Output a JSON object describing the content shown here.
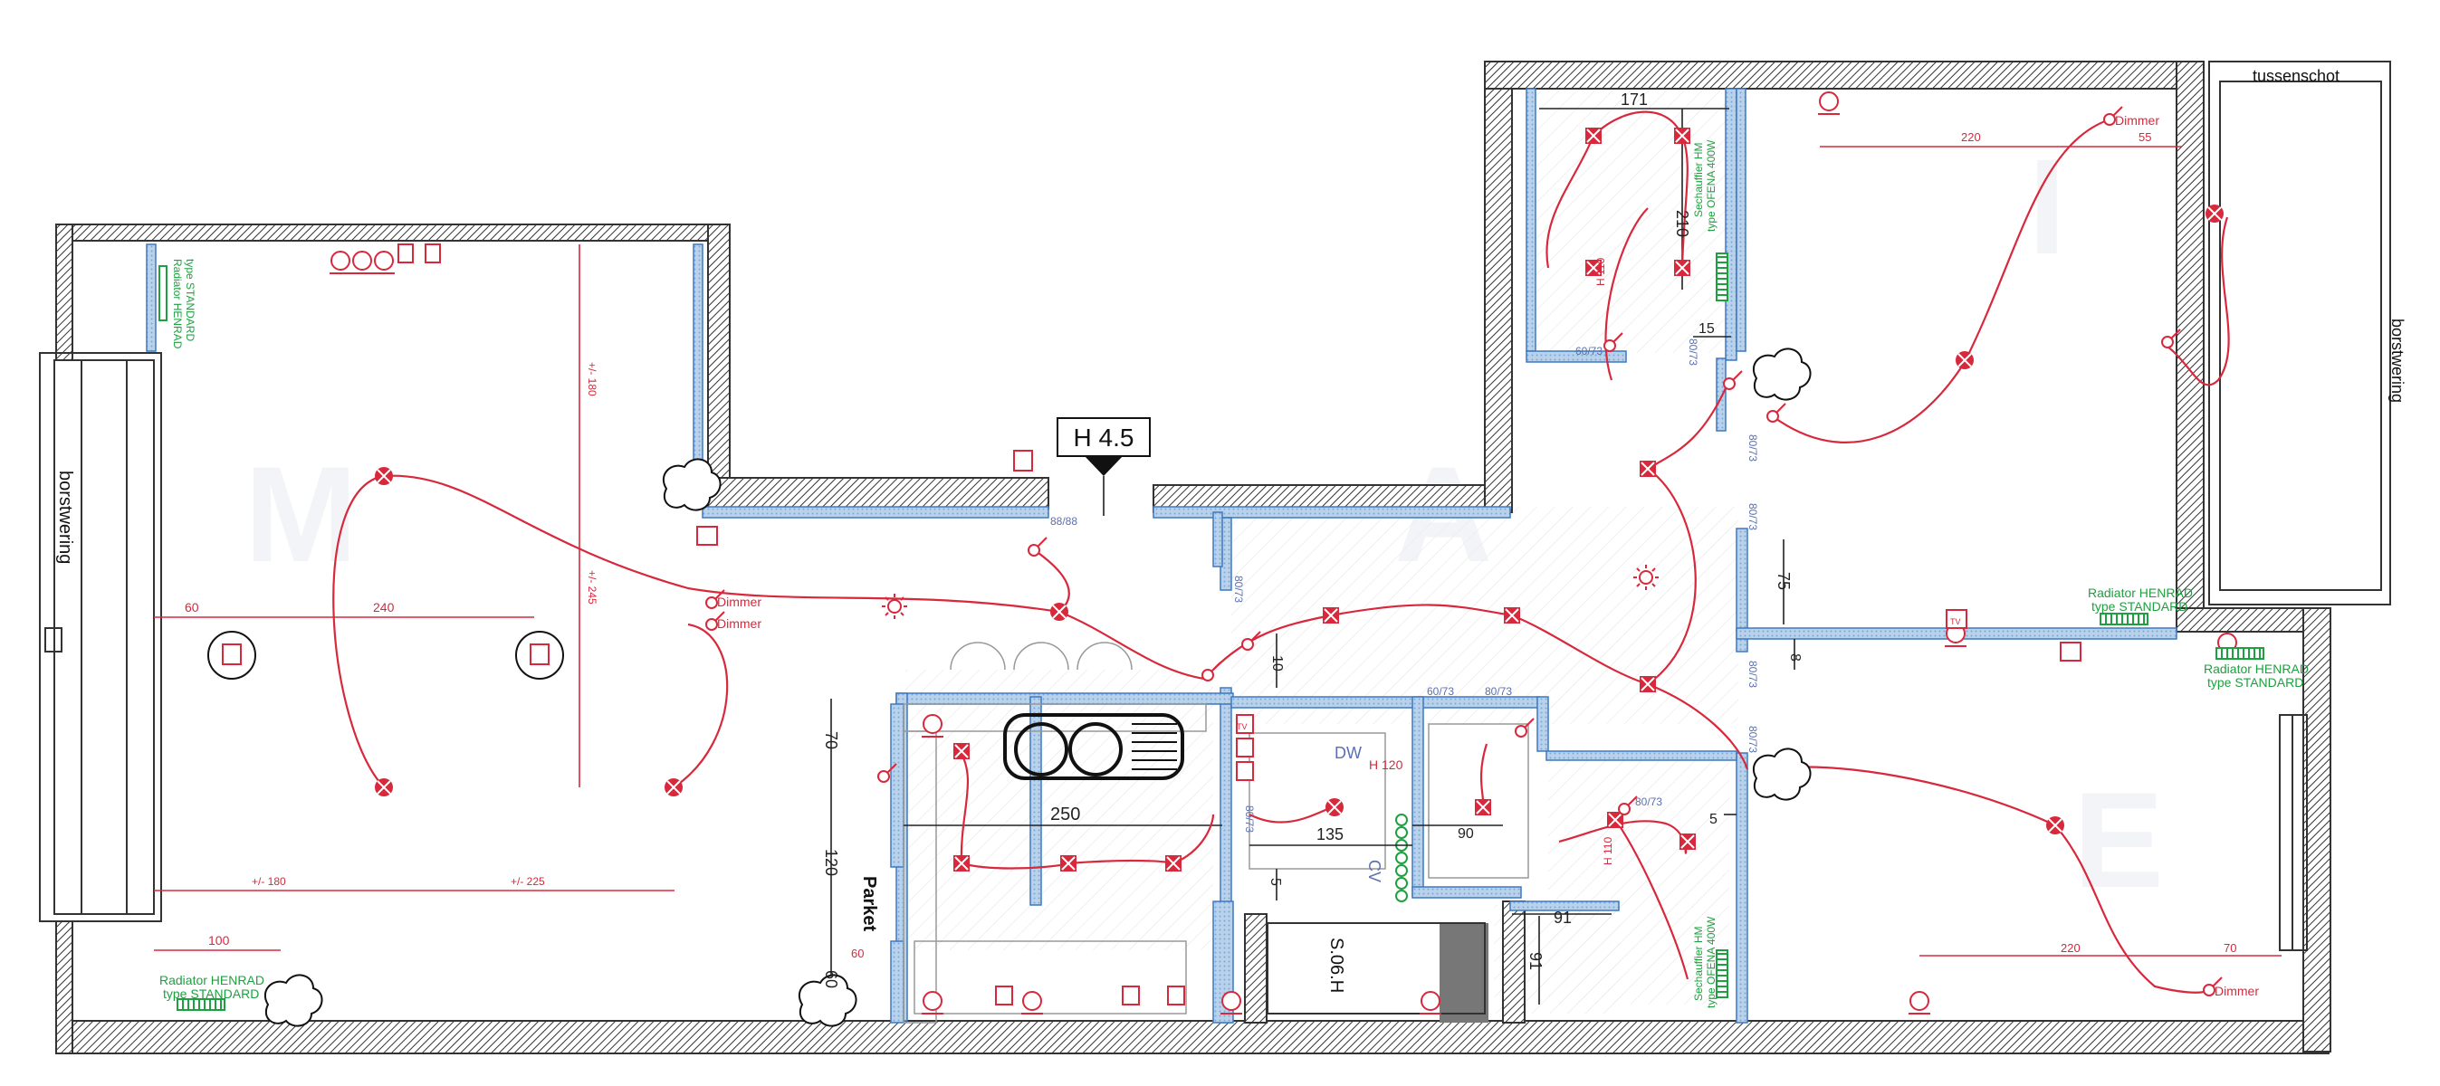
{
  "level_marker": "H 4.5",
  "wall_labels": {
    "left": "borstwering",
    "right": "borstwering",
    "top_right": "tussenschot",
    "shaft": "S.06.H",
    "floor": "Parket"
  },
  "dimmer_label": "Dimmer",
  "radiators": {
    "henrad_line1": "Radiator HENRAD",
    "henrad_line2": "type STANDARD",
    "towel_line1": "Sechauffier HM",
    "towel_line2": "type OFENA 400W"
  },
  "dimensions": {
    "d171": "171",
    "d210": "210",
    "d15": "15",
    "d75": "75",
    "d8": "8",
    "d10": "10",
    "d250": "250",
    "d135": "135",
    "d90": "90",
    "d5a": "5",
    "d5b": "5",
    "d91a": "91",
    "d91b": "91",
    "d70": "70",
    "d120": "120",
    "d60v": "60",
    "d60": "60",
    "d240": "240",
    "d100": "100",
    "d180": "+/- 180",
    "d225": "+/- 225",
    "d180v": "+/- 180",
    "d245v": "+/- 245",
    "d220a": "220",
    "d55": "55",
    "d220b": "220",
    "d70b": "70",
    "d60s": "60"
  },
  "door_labels": {
    "a": "60/73",
    "b": "80/73",
    "c": "80/73",
    "d": "80/73",
    "e": "60/73",
    "f": "80/73",
    "g": "80/73",
    "h": "80/73",
    "i": "80/73",
    "j": "88/88",
    "k": "80/73",
    "l": "80/73"
  },
  "appliance_labels": {
    "dw": "DW",
    "cv": "CV",
    "h110a": "H 110",
    "h110b": "H 110",
    "h120": "H 120",
    "tv": "TV"
  }
}
